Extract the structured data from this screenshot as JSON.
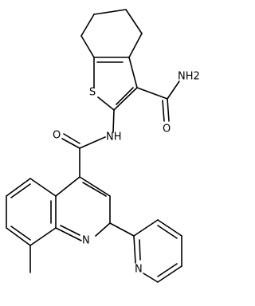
{
  "molecule": {
    "labels": {
      "nh2": "NH2",
      "o_amide_top": "O",
      "s": "S",
      "nh": "NH",
      "o_amide_mid": "O",
      "n_quinoline": "N",
      "n_pyridine": "N"
    }
  }
}
